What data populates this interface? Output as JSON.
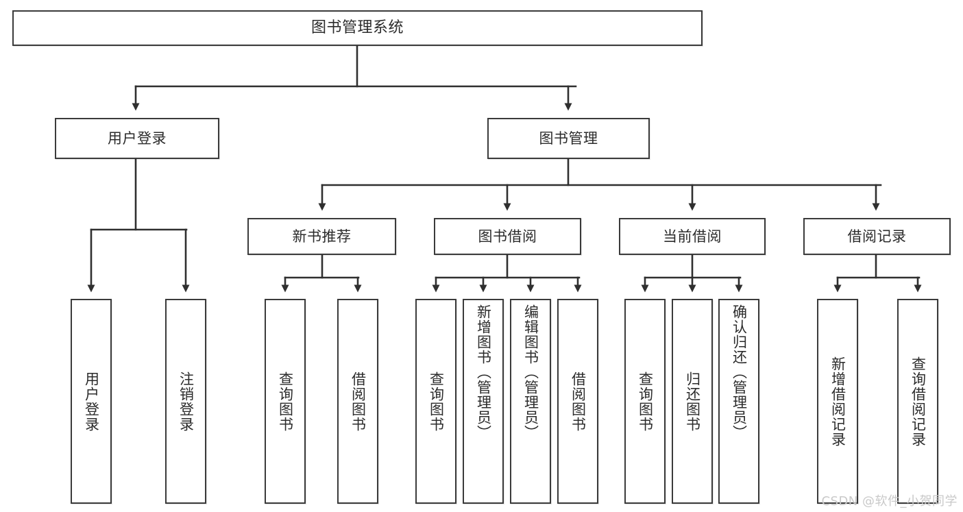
{
  "diagram": {
    "title_box": {
      "label": "图书管理系统"
    },
    "level1": [
      {
        "id": "user-login",
        "label": "用户登录"
      },
      {
        "id": "book-manage",
        "label": "图书管理"
      }
    ],
    "level2": [
      {
        "id": "new-book-recommend",
        "label": "新书推荐"
      },
      {
        "id": "book-borrow",
        "label": "图书借阅"
      },
      {
        "id": "current-borrow",
        "label": "当前借阅"
      },
      {
        "id": "borrow-record",
        "label": "借阅记录"
      }
    ],
    "leaves": {
      "user_login": [
        {
          "id": "leaf-user-login",
          "label": "用户登录"
        },
        {
          "id": "leaf-user-logout",
          "label": "注销登录"
        }
      ],
      "new_book_recommend": [
        {
          "id": "leaf-query-book-1",
          "label": "查询图书"
        },
        {
          "id": "leaf-borrow-book-1",
          "label": "借阅图书"
        }
      ],
      "book_borrow": [
        {
          "id": "leaf-query-book-2",
          "label": "查询图书"
        },
        {
          "id": "leaf-add-book",
          "label": "新增图书（管理员）"
        },
        {
          "id": "leaf-edit-book",
          "label": "编辑图书（管理员）"
        },
        {
          "id": "leaf-borrow-book-2",
          "label": "借阅图书"
        }
      ],
      "current_borrow": [
        {
          "id": "leaf-query-book-3",
          "label": "查询图书"
        },
        {
          "id": "leaf-return-book",
          "label": "归还图书"
        },
        {
          "id": "leaf-confirm-return",
          "label": "确认归还（管理员）"
        }
      ],
      "borrow_record": [
        {
          "id": "leaf-add-record",
          "label": "新增借阅记录"
        },
        {
          "id": "leaf-query-record",
          "label": "查询借阅记录"
        }
      ]
    },
    "watermark": "CSDN @软件_小贺同学",
    "colors": {
      "stroke": "#3a3a3a",
      "fill": "#ffffff",
      "text": "#2b2b2b",
      "watermark": "#c9c9c9"
    }
  }
}
